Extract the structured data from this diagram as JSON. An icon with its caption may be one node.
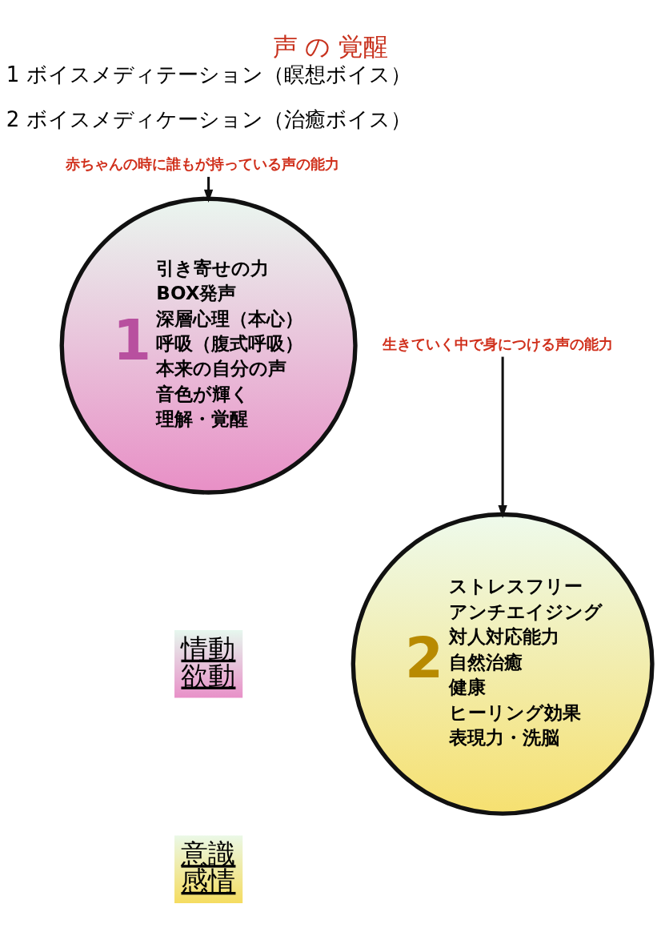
{
  "diagram": {
    "title": "声 の 覚醒",
    "nodes": [
      {
        "text": [
          "赤ちゃんの時に誰もが持っている声の能力"
        ]
      },
      {
        "text": [
          "1",
          "引き寄せの力",
          "BOX発声",
          "深層心理（本心）",
          "呼吸（腹式呼吸）",
          "本来の自分の声",
          "音色が輝く",
          "理解・覚醒"
        ]
      },
      {
        "text": [
          "生きていく中で身につける声の能力"
        ]
      },
      {
        "text": [
          "2",
          "ストレスフリー",
          "アンチエイジング",
          "対人対応能力",
          "自然治癒",
          "健康",
          "ヒーリング効果",
          "表現力・洗脳"
        ]
      },
      {
        "text": [
          "情動",
          "欲動"
        ]
      },
      {
        "text": [
          "意識",
          "感情"
        ]
      }
    ],
    "edges": [
      {
        "from": 0,
        "to": 1,
        "arrow": "to"
      },
      {
        "from": 2,
        "to": 3,
        "arrow": "to"
      }
    ],
    "labels": [
      "1 ボイスメディテーション（瞑想ボイス）",
      "2 ボイスメディケーション（治癒ボイス）"
    ]
  }
}
